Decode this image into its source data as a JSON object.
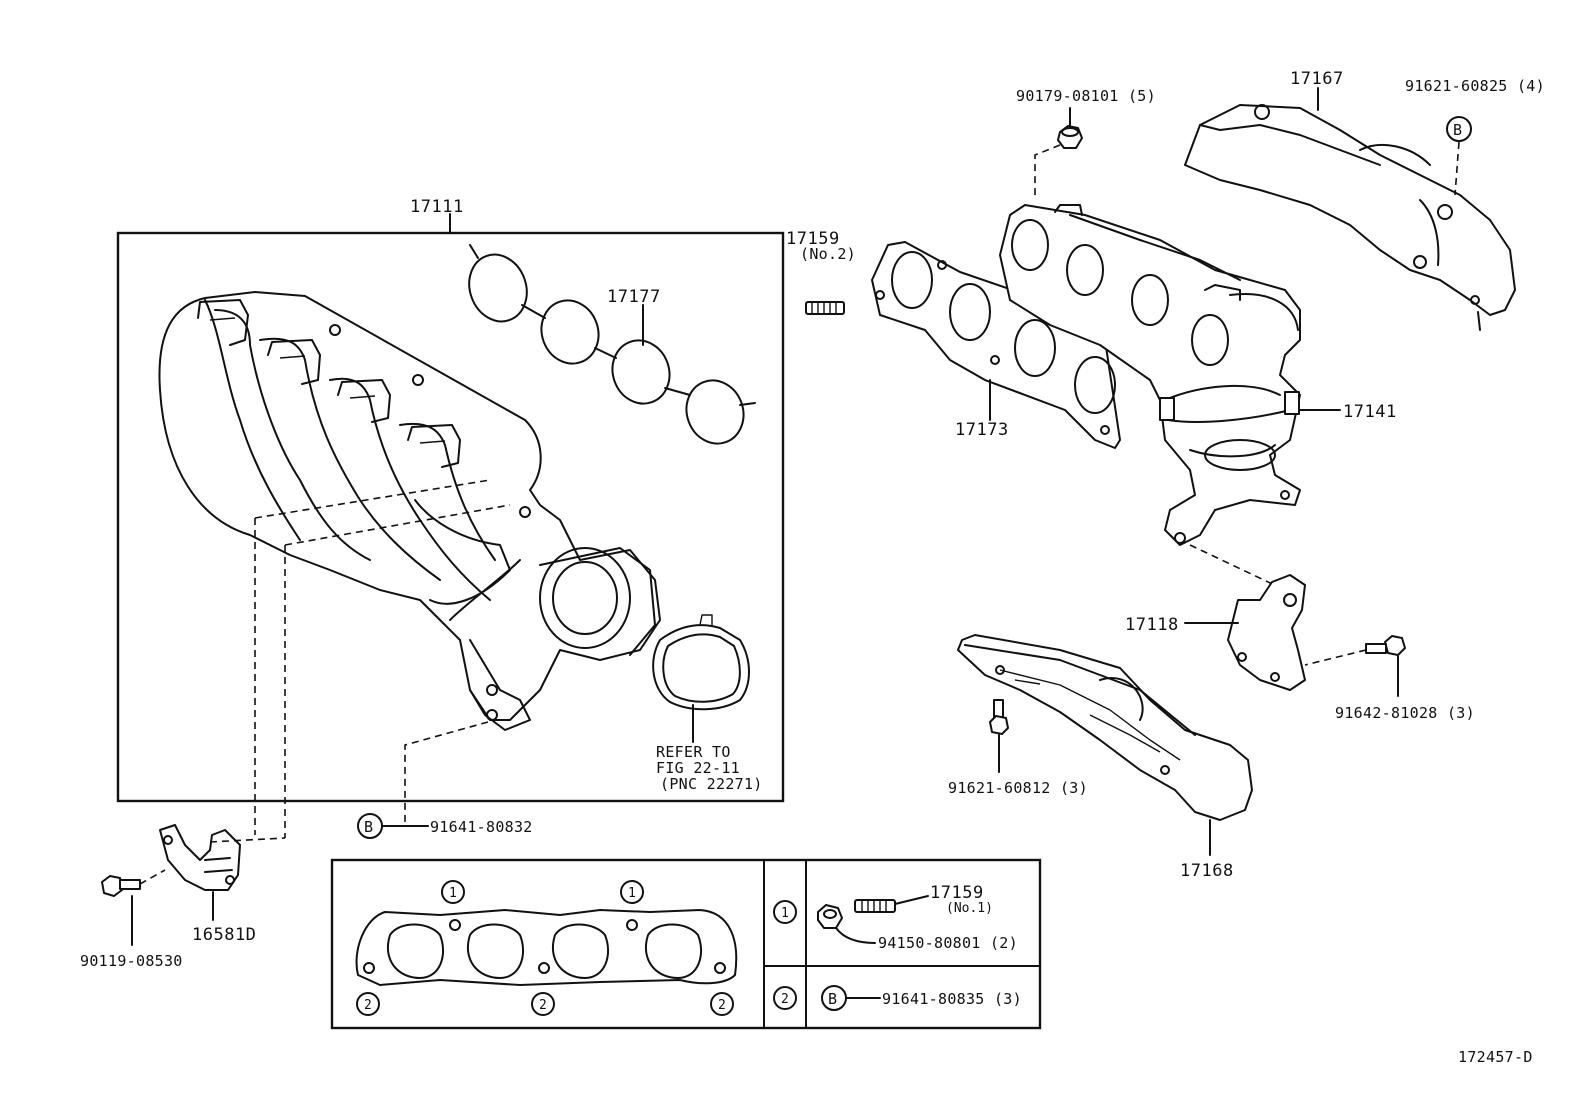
{
  "diagram_id": "172457-D",
  "parts": {
    "intake_manifold": "17111",
    "intake_gasket": "17177",
    "stud_no2": "17159",
    "stud_no2_note": "(No.2)",
    "exhaust_gasket": "17173",
    "exhaust_nut": "90179-08101 (5)",
    "heat_insulator_upper": "17167",
    "insulator_bolt_b": "91621-60825 (4)",
    "exhaust_manifold": "17141",
    "manifold_stay": "17118",
    "stay_bolt": "91642-81028 (3)",
    "lower_insulator": "17168",
    "lower_insulator_bolt": "91621-60812 (3)",
    "manifold_bolt_b": "91641-80832",
    "bracket": "16581D",
    "bracket_bolt": "90119-08530"
  },
  "refer_note": {
    "line1": "REFER TO",
    "line2": "FIG 22-11",
    "line3": "(PNC 22271)"
  },
  "legend": {
    "marker_1": "1",
    "marker_2": "2",
    "marker_b": "B",
    "row1_stud": "17159",
    "row1_stud_note": "(No.1)",
    "row1_nut": "94150-80801 (2)",
    "row2_bolt": "91641-80835 (3)"
  }
}
